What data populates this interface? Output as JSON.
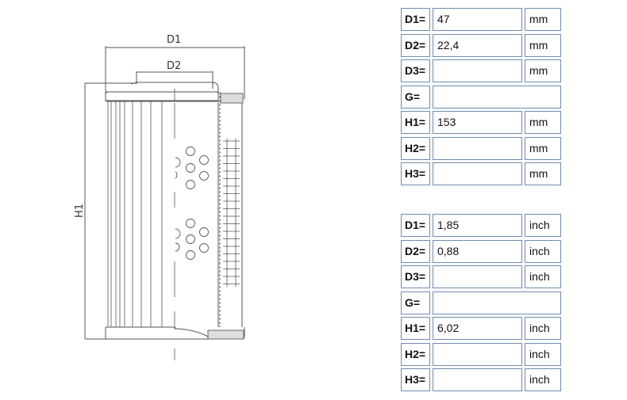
{
  "drawing": {
    "labels": {
      "d1": "D1",
      "d2": "D2",
      "h1": "H1"
    }
  },
  "metric": {
    "rows": [
      {
        "label": "D1=",
        "value": "47",
        "unit": "mm"
      },
      {
        "label": "D2=",
        "value": "22,4",
        "unit": "mm"
      },
      {
        "label": "D3=",
        "value": "",
        "unit": "mm"
      },
      {
        "label": "G=",
        "value": "",
        "unit": null
      },
      {
        "label": "H1=",
        "value": "153",
        "unit": "mm"
      },
      {
        "label": "H2=",
        "value": "",
        "unit": "mm"
      },
      {
        "label": "H3=",
        "value": "",
        "unit": "mm"
      }
    ]
  },
  "imperial": {
    "rows": [
      {
        "label": "D1=",
        "value": "1,85",
        "unit": "inch"
      },
      {
        "label": "D2=",
        "value": "0,88",
        "unit": "inch"
      },
      {
        "label": "D3=",
        "value": "",
        "unit": "inch"
      },
      {
        "label": "G=",
        "value": "",
        "unit": null
      },
      {
        "label": "H1=",
        "value": "6,02",
        "unit": "inch"
      },
      {
        "label": "H2=",
        "value": "",
        "unit": "inch"
      },
      {
        "label": "H3=",
        "value": "",
        "unit": "inch"
      }
    ]
  },
  "colors": {
    "cell_border": "#6f8bb0",
    "line": "#555555"
  }
}
